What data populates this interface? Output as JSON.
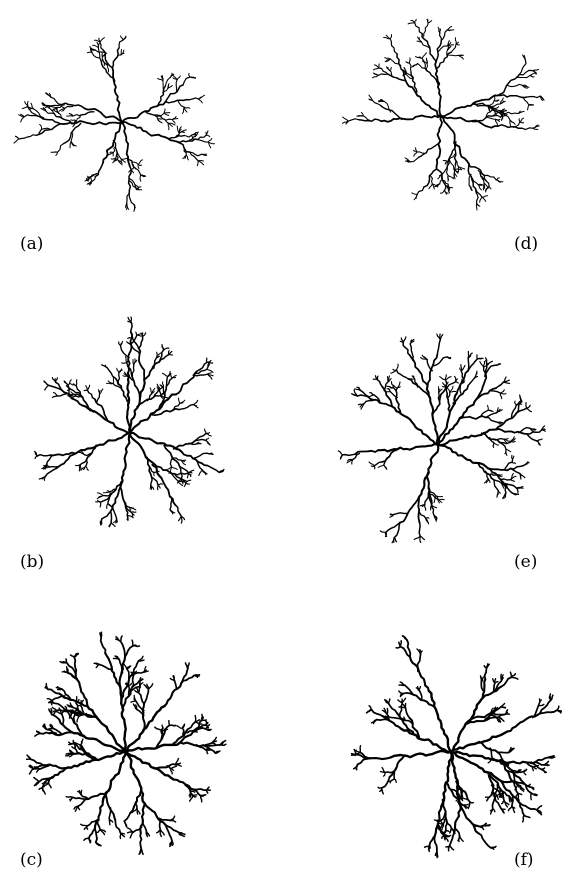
{
  "figure": {
    "panels": [
      {
        "id": "a",
        "label": "(a)"
      },
      {
        "id": "b",
        "label": "(b)"
      },
      {
        "id": "c",
        "label": "(c)"
      },
      {
        "id": "d",
        "label": "(d)"
      },
      {
        "id": "e",
        "label": "(e)"
      },
      {
        "id": "f",
        "label": "(f)"
      }
    ],
    "stroke_color": "#000000",
    "background": "#ffffff"
  }
}
